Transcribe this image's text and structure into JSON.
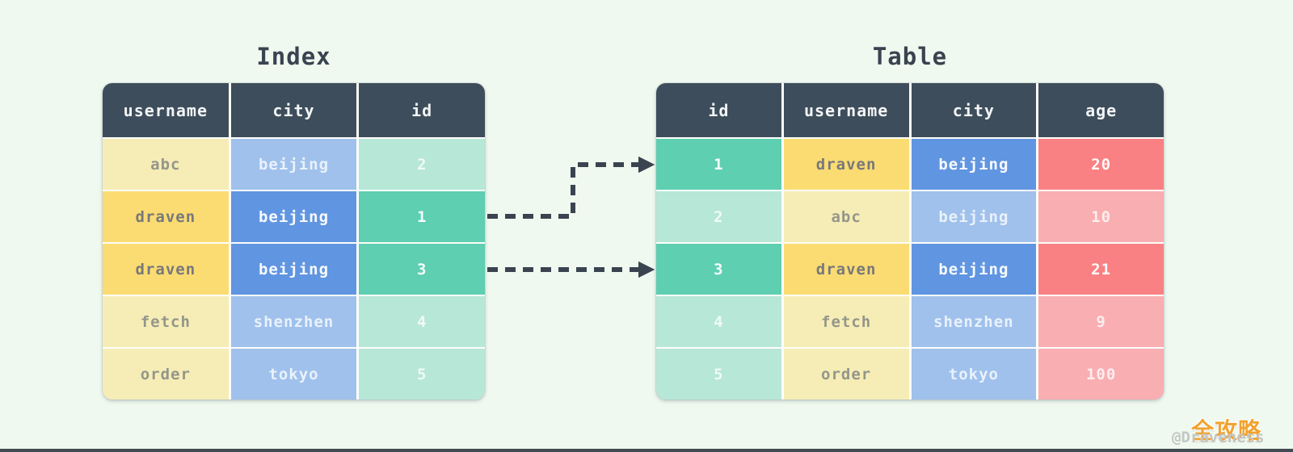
{
  "page": {
    "background": "#f0f9ef",
    "watermark_handle": "@Draveness",
    "watermark_cn": "全攻略"
  },
  "colors": {
    "header_bg": "#3e4d5b",
    "header_text": "#f2f5f6",
    "title_text": "#3a4350",
    "arrow": "#3a4450",
    "yellow": {
      "hi": "#fbdc72",
      "lo": "#f6edb6"
    },
    "blue": {
      "hi": "#6095e1",
      "lo": "#9fc1ec"
    },
    "teal": {
      "hi": "#5ecfb1",
      "lo": "#b7e7d7"
    },
    "red": {
      "hi": "#f98183",
      "lo": "#f9aeb1"
    },
    "text_on_yellow_hi": "#77787a",
    "text_on_yellow_lo": "#94968a",
    "text_white_hi": "rgba(255,255,255,0.95)",
    "text_white_lo": "rgba(255,255,255,0.78)"
  },
  "index_table": {
    "title": "Index",
    "columns": [
      "username",
      "city",
      "id"
    ],
    "column_colors": [
      "yellow",
      "blue",
      "teal"
    ],
    "rows": [
      {
        "cells": [
          "abc",
          "beijing",
          "2"
        ],
        "highlight": false
      },
      {
        "cells": [
          "draven",
          "beijing",
          "1"
        ],
        "highlight": true
      },
      {
        "cells": [
          "draven",
          "beijing",
          "3"
        ],
        "highlight": true
      },
      {
        "cells": [
          "fetch",
          "shenzhen",
          "4"
        ],
        "highlight": false
      },
      {
        "cells": [
          "order",
          "tokyo",
          "5"
        ],
        "highlight": false
      }
    ]
  },
  "main_table": {
    "title": "Table",
    "columns": [
      "id",
      "username",
      "city",
      "age"
    ],
    "column_colors": [
      "teal",
      "yellow",
      "blue",
      "red"
    ],
    "rows": [
      {
        "cells": [
          "1",
          "draven",
          "beijing",
          "20"
        ],
        "highlight": true
      },
      {
        "cells": [
          "2",
          "abc",
          "beijing",
          "10"
        ],
        "highlight": false
      },
      {
        "cells": [
          "3",
          "draven",
          "beijing",
          "21"
        ],
        "highlight": true
      },
      {
        "cells": [
          "4",
          "fetch",
          "shenzhen",
          "9"
        ],
        "highlight": false
      },
      {
        "cells": [
          "5",
          "order",
          "tokyo",
          "100"
        ],
        "highlight": false
      }
    ]
  },
  "arrows": [
    {
      "from": "index row draven/beijing/1",
      "to": "table row id 1",
      "style": "dashed elbow"
    },
    {
      "from": "index row draven/beijing/3",
      "to": "table row id 3",
      "style": "dashed straight"
    }
  ]
}
